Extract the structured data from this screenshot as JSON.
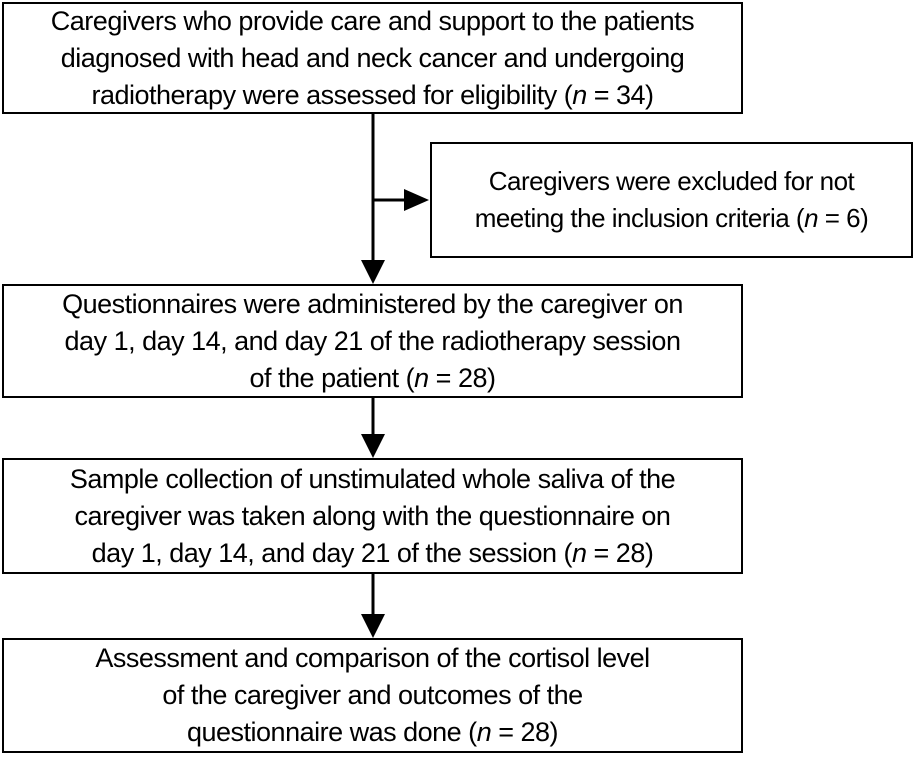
{
  "diagram": {
    "type": "flowchart",
    "colors": {
      "background": "#ffffff",
      "box_border": "#000000",
      "text": "#000000",
      "arrow": "#000000"
    },
    "boxes": {
      "eligibility": {
        "line1": "Caregivers who provide care and support to the patients",
        "line2": "diagnosed with head and neck cancer and undergoing",
        "line3_pre": "radiotherapy were assessed for eligibility (",
        "n": "n",
        "line3_post": " = 34)",
        "n_value": 34
      },
      "excluded": {
        "line1": "Caregivers were excluded for not",
        "line2_pre": "meeting the inclusion criteria (",
        "n": "n",
        "line2_post": " = 6)",
        "n_value": 6
      },
      "questionnaire": {
        "line1": "Questionnaires were administered by the caregiver on",
        "line2": "day 1, day 14, and day 21 of the radiotherapy session",
        "line3_pre": "of the patient (",
        "n": "n",
        "line3_post": " = 28)",
        "n_value": 28
      },
      "sample": {
        "line1": "Sample collection of unstimulated whole saliva of the",
        "line2": "caregiver was taken along with the questionnaire on",
        "line3_pre": "day 1, day 14, and day 21 of the session (",
        "n": "n",
        "line3_post": " = 28)",
        "n_value": 28
      },
      "assessment": {
        "line1": "Assessment and comparison of the cortisol level",
        "line2": "of the caregiver and outcomes of the",
        "line3_pre": "questionnaire was done (",
        "n": "n",
        "line3_post": " = 28)",
        "n_value": 28
      }
    },
    "edges": [
      {
        "from": "eligibility",
        "to": "questionnaire"
      },
      {
        "from": "eligibility",
        "to": "excluded",
        "branch": true
      },
      {
        "from": "questionnaire",
        "to": "sample"
      },
      {
        "from": "sample",
        "to": "assessment"
      }
    ]
  }
}
